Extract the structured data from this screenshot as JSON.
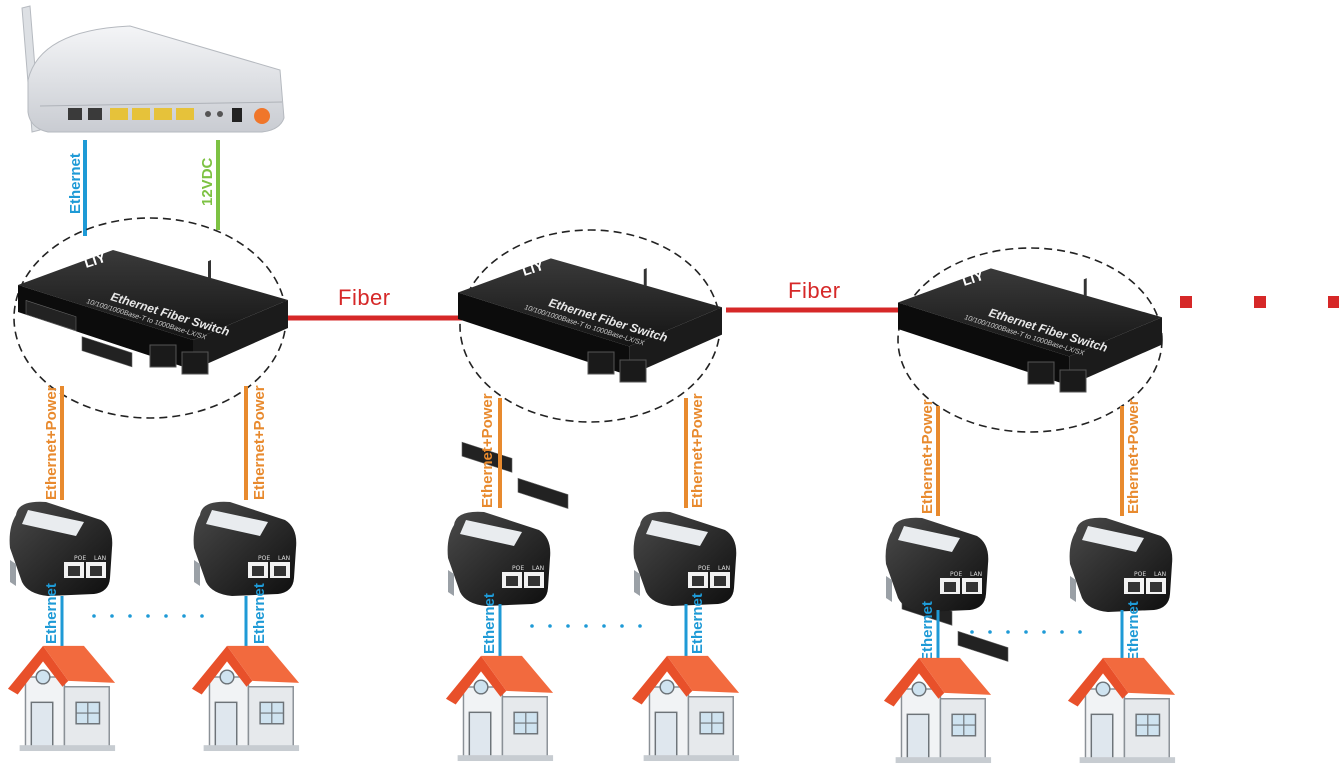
{
  "labels": {
    "fiber_1": "Fiber",
    "fiber_2": "Fiber",
    "router_ethernet": "Ethernet",
    "router_power": "12VDC",
    "uplink": "Ethernet+Power",
    "downlink": "Ethernet",
    "poe_port": "POE",
    "lan_port": "LAN",
    "switch_brand": "LIY",
    "switch_title": "Ethernet Fiber Switch",
    "switch_subtitle": "10/100/1000Base-T to 1000Base-LX/SX"
  },
  "colors": {
    "fiber": "#d62828",
    "ethernet": "#1e9ad6",
    "power_12vdc": "#7dc243",
    "ethernet_power": "#e88a2e",
    "house_roof": "#e8502a"
  }
}
